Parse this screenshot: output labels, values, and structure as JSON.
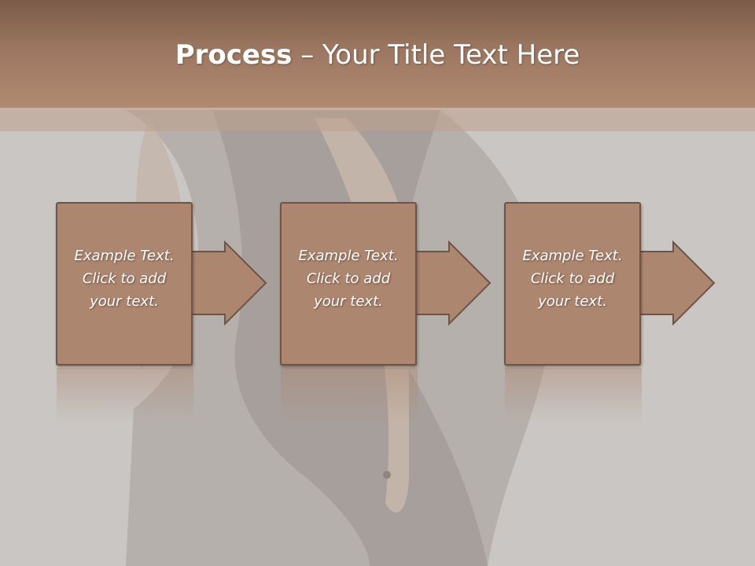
{
  "slide": {
    "title_bold": "Process",
    "title_rest": " – Your Title Text Here"
  },
  "steps": [
    {
      "text": "Example Text.\nClick  to add\nyour text."
    },
    {
      "text": "Example Text.\nClick  to add\nyour text."
    },
    {
      "text": "Example Text.\nClick  to add\nyour text."
    }
  ],
  "colors": {
    "title_bar": "#9c7660",
    "box_fill": "#ad8670",
    "box_border": "#6e5346",
    "background": "#c9c6c3"
  }
}
